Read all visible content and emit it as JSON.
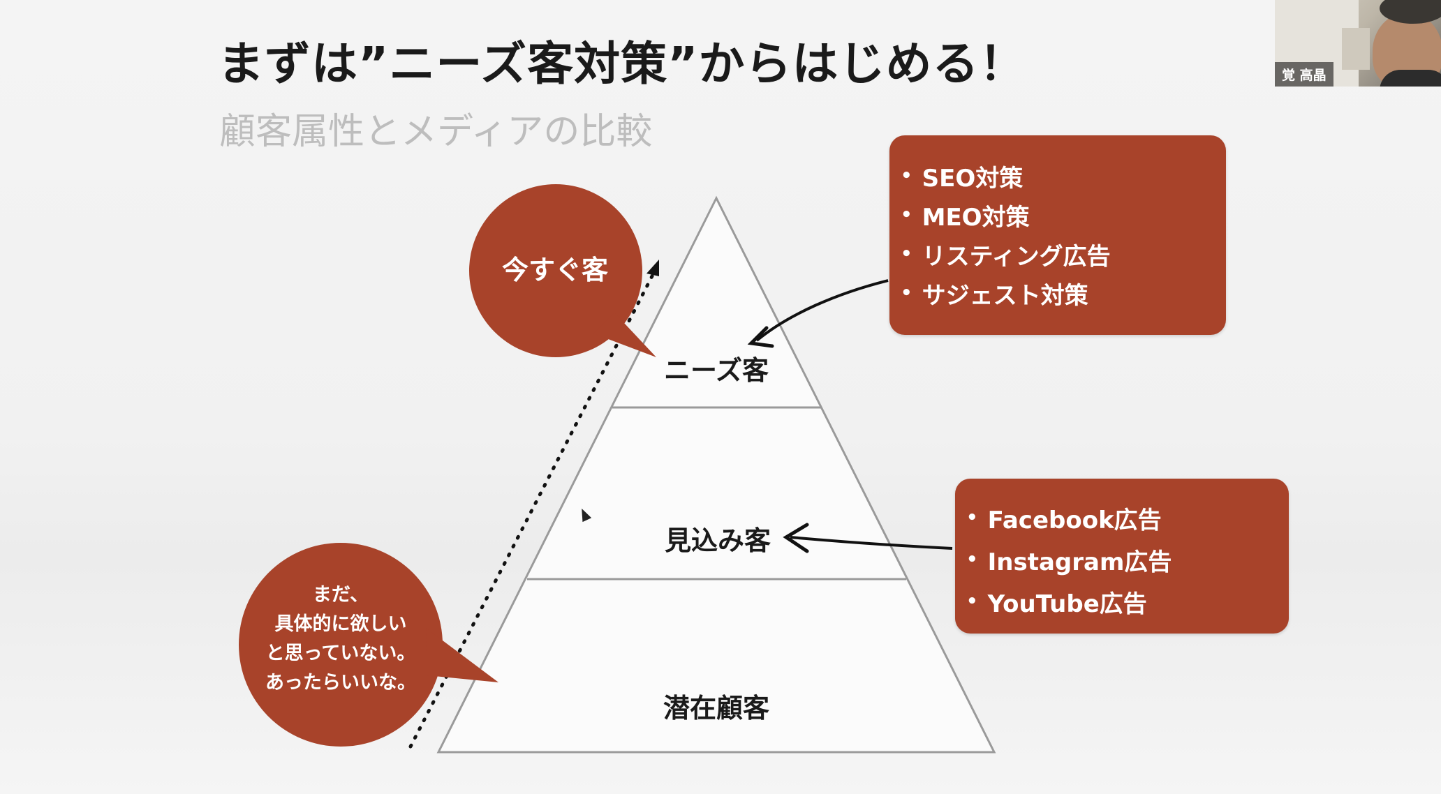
{
  "slide": {
    "title": "まずは”ニーズ客対策”からはじめる！",
    "subtitle": "顧客属性とメディアの比較"
  },
  "pyramid": {
    "tiers": [
      {
        "label": "ニーズ客"
      },
      {
        "label": "見込み客"
      },
      {
        "label": "潜在顧客"
      }
    ]
  },
  "bubbles": {
    "top": {
      "text": "今すぐ客"
    },
    "bottom": {
      "lines": [
        "まだ、",
        "具体的に欲しい",
        "と思っていない。",
        "あったらいいな。"
      ]
    }
  },
  "callouts": {
    "needs": {
      "items": [
        "SEO対策",
        "MEO対策",
        "リスティング広告",
        "サジェスト対策"
      ]
    },
    "prospect": {
      "items": [
        "Facebook広告",
        "Instagram広告",
        "YouTube広告"
      ]
    }
  },
  "participant": {
    "name": "覚 高晶"
  },
  "colors": {
    "accent": "#a8432a",
    "title": "#1a1a1a",
    "subtitle": "#bdbdbd",
    "line": "#999999"
  }
}
